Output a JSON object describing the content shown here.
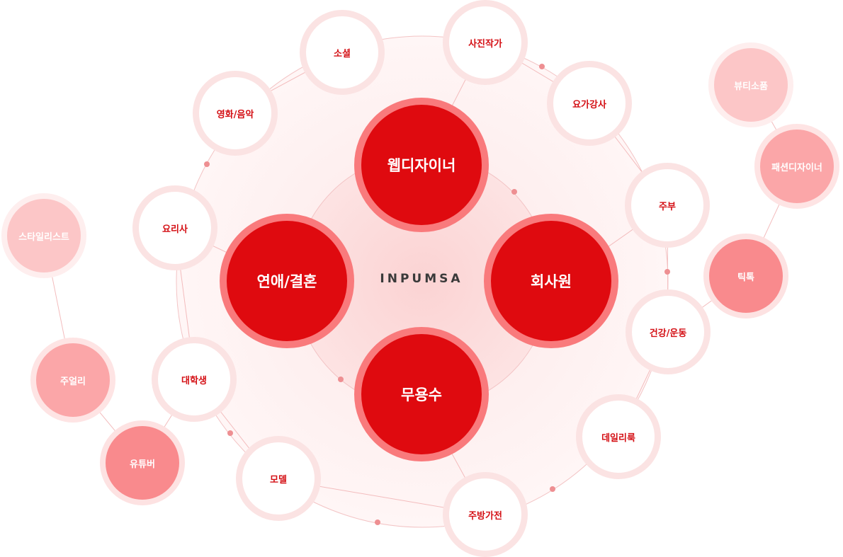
{
  "center": {
    "label": "INPUMSA"
  },
  "colors": {
    "core": "#df0a0f",
    "core_ring": "#f97a7c",
    "text_red": "#d40f14",
    "ring_line": "#f3c4c5",
    "dot": "#ee8f92"
  },
  "core_nodes": [
    {
      "id": "web-designer",
      "label": "웹디자이너"
    },
    {
      "id": "dating-marriage",
      "label": "연애/결혼"
    },
    {
      "id": "office-worker",
      "label": "회사원"
    },
    {
      "id": "unemployed",
      "label": "무용수"
    }
  ],
  "outer_nodes": [
    {
      "id": "social",
      "label": "소셜"
    },
    {
      "id": "photographer",
      "label": "사진작가"
    },
    {
      "id": "movie-music",
      "label": "영화/음악"
    },
    {
      "id": "yoga-instructor",
      "label": "요가강사"
    },
    {
      "id": "cook",
      "label": "요리사"
    },
    {
      "id": "housewife",
      "label": "주부"
    },
    {
      "id": "health-exercise",
      "label": "건강/운동"
    },
    {
      "id": "college-student",
      "label": "대학생"
    },
    {
      "id": "daily-look",
      "label": "데일리룩"
    },
    {
      "id": "model",
      "label": "모델"
    },
    {
      "id": "kitchen-appliance",
      "label": "주방가전"
    }
  ],
  "satellite_nodes": [
    {
      "id": "beauty-cosmetics",
      "label": "뷰티소품"
    },
    {
      "id": "fashion-designer",
      "label": "패션디자이너"
    },
    {
      "id": "tiktok",
      "label": "틱톡"
    },
    {
      "id": "stylist",
      "label": "스타일리스트"
    },
    {
      "id": "jewelry",
      "label": "주얼리"
    },
    {
      "id": "youtuber",
      "label": "유튜버"
    }
  ]
}
